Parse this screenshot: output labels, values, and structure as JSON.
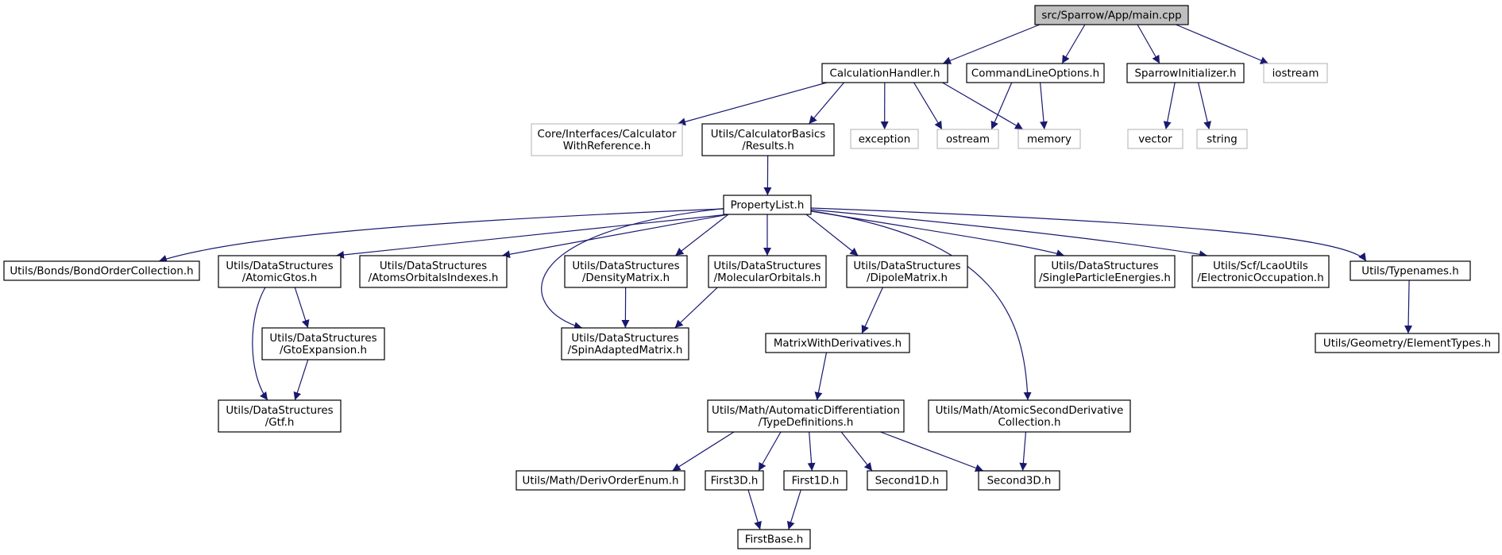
{
  "colors": {
    "edge": "#191970",
    "node_border": "#000000",
    "external_border": "#bfbfbf",
    "root_fill": "#bfbfbf",
    "background": "#ffffff"
  },
  "nodes": {
    "main": {
      "lines": [
        "src/Sparrow/App/main.cpp"
      ],
      "kind": "root"
    },
    "calc_handler": {
      "lines": [
        "CalculationHandler.h"
      ],
      "kind": "file"
    },
    "cmd_opts": {
      "lines": [
        "CommandLineOptions.h"
      ],
      "kind": "file"
    },
    "sparrow_init": {
      "lines": [
        "SparrowInitializer.h"
      ],
      "kind": "file"
    },
    "iostream": {
      "lines": [
        "iostream"
      ],
      "kind": "external"
    },
    "calc_ref": {
      "lines": [
        "Core/Interfaces/Calculator",
        "WithReference.h"
      ],
      "kind": "external"
    },
    "results": {
      "lines": [
        "Utils/CalculatorBasics",
        "/Results.h"
      ],
      "kind": "file"
    },
    "exception": {
      "lines": [
        "exception"
      ],
      "kind": "external"
    },
    "ostream": {
      "lines": [
        "ostream"
      ],
      "kind": "external"
    },
    "memory": {
      "lines": [
        "memory"
      ],
      "kind": "external"
    },
    "vector": {
      "lines": [
        "vector"
      ],
      "kind": "external"
    },
    "string": {
      "lines": [
        "string"
      ],
      "kind": "external"
    },
    "property_list": {
      "lines": [
        "PropertyList.h"
      ],
      "kind": "file"
    },
    "bond_order": {
      "lines": [
        "Utils/Bonds/BondOrderCollection.h"
      ],
      "kind": "file"
    },
    "atomic_gtos": {
      "lines": [
        "Utils/DataStructures",
        "/AtomicGtos.h"
      ],
      "kind": "file"
    },
    "atoms_orbitals": {
      "lines": [
        "Utils/DataStructures",
        "/AtomsOrbitalsIndexes.h"
      ],
      "kind": "file"
    },
    "density_matrix": {
      "lines": [
        "Utils/DataStructures",
        "/DensityMatrix.h"
      ],
      "kind": "file"
    },
    "molecular_orbitals": {
      "lines": [
        "Utils/DataStructures",
        "/MolecularOrbitals.h"
      ],
      "kind": "file"
    },
    "dipole_matrix": {
      "lines": [
        "Utils/DataStructures",
        "/DipoleMatrix.h"
      ],
      "kind": "file"
    },
    "single_particle": {
      "lines": [
        "Utils/DataStructures",
        "/SingleParticleEnergies.h"
      ],
      "kind": "file"
    },
    "electronic_occ": {
      "lines": [
        "Utils/Scf/LcaoUtils",
        "/ElectronicOccupation.h"
      ],
      "kind": "file"
    },
    "typenames": {
      "lines": [
        "Utils/Typenames.h"
      ],
      "kind": "file"
    },
    "gto_expansion": {
      "lines": [
        "Utils/DataStructures",
        "/GtoExpansion.h"
      ],
      "kind": "file"
    },
    "spin_adapted": {
      "lines": [
        "Utils/DataStructures",
        "/SpinAdaptedMatrix.h"
      ],
      "kind": "file"
    },
    "matrix_deriv": {
      "lines": [
        "MatrixWithDerivatives.h"
      ],
      "kind": "file"
    },
    "element_types": {
      "lines": [
        "Utils/Geometry/ElementTypes.h"
      ],
      "kind": "file"
    },
    "gtf": {
      "lines": [
        "Utils/DataStructures",
        "/Gtf.h"
      ],
      "kind": "file"
    },
    "type_defs": {
      "lines": [
        "Utils/Math/AutomaticDifferentiation",
        "/TypeDefinitions.h"
      ],
      "kind": "file"
    },
    "atomic_second": {
      "lines": [
        "Utils/Math/AtomicSecondDerivative",
        "Collection.h"
      ],
      "kind": "file"
    },
    "deriv_order": {
      "lines": [
        "Utils/Math/DerivOrderEnum.h"
      ],
      "kind": "file"
    },
    "first3d": {
      "lines": [
        "First3D.h"
      ],
      "kind": "file"
    },
    "first1d": {
      "lines": [
        "First1D.h"
      ],
      "kind": "file"
    },
    "second1d": {
      "lines": [
        "Second1D.h"
      ],
      "kind": "file"
    },
    "second3d": {
      "lines": [
        "Second3D.h"
      ],
      "kind": "file"
    },
    "first_base": {
      "lines": [
        "FirstBase.h"
      ],
      "kind": "file"
    }
  },
  "edges": [
    [
      "main",
      "calc_handler"
    ],
    [
      "main",
      "cmd_opts"
    ],
    [
      "main",
      "sparrow_init"
    ],
    [
      "main",
      "iostream"
    ],
    [
      "calc_handler",
      "calc_ref"
    ],
    [
      "calc_handler",
      "results"
    ],
    [
      "calc_handler",
      "exception"
    ],
    [
      "calc_handler",
      "ostream"
    ],
    [
      "calc_handler",
      "memory"
    ],
    [
      "cmd_opts",
      "ostream"
    ],
    [
      "cmd_opts",
      "memory"
    ],
    [
      "sparrow_init",
      "vector"
    ],
    [
      "sparrow_init",
      "string"
    ],
    [
      "results",
      "property_list"
    ],
    [
      "property_list",
      "bond_order"
    ],
    [
      "property_list",
      "atomic_gtos"
    ],
    [
      "property_list",
      "atoms_orbitals"
    ],
    [
      "property_list",
      "spin_adapted"
    ],
    [
      "property_list",
      "density_matrix"
    ],
    [
      "property_list",
      "molecular_orbitals"
    ],
    [
      "property_list",
      "dipole_matrix"
    ],
    [
      "property_list",
      "atomic_second"
    ],
    [
      "property_list",
      "single_particle"
    ],
    [
      "property_list",
      "electronic_occ"
    ],
    [
      "property_list",
      "typenames"
    ],
    [
      "atomic_gtos",
      "gto_expansion"
    ],
    [
      "atomic_gtos",
      "gtf"
    ],
    [
      "gto_expansion",
      "gtf"
    ],
    [
      "density_matrix",
      "spin_adapted"
    ],
    [
      "molecular_orbitals",
      "spin_adapted"
    ],
    [
      "dipole_matrix",
      "matrix_deriv"
    ],
    [
      "matrix_deriv",
      "type_defs"
    ],
    [
      "typenames",
      "element_types"
    ],
    [
      "type_defs",
      "deriv_order"
    ],
    [
      "type_defs",
      "first3d"
    ],
    [
      "type_defs",
      "first1d"
    ],
    [
      "type_defs",
      "second1d"
    ],
    [
      "type_defs",
      "second3d"
    ],
    [
      "atomic_second",
      "second3d"
    ],
    [
      "first3d",
      "first_base"
    ],
    [
      "first1d",
      "first_base"
    ]
  ]
}
